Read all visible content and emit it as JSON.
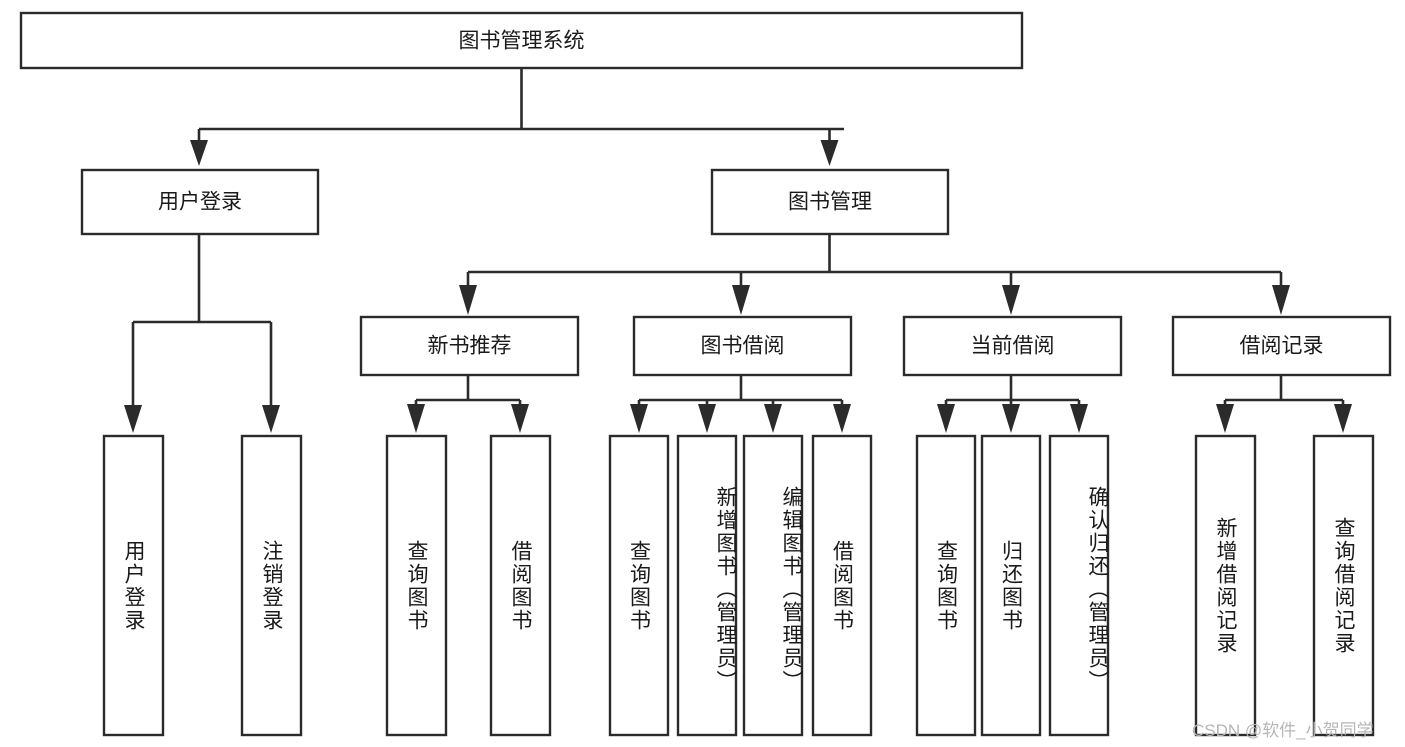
{
  "diagram": {
    "type": "tree",
    "title": "图书管理系统",
    "orientation": "top-down",
    "colors": {
      "box_stroke": "#2b2b2b",
      "box_fill": "#ffffff",
      "connector": "#2b2b2b",
      "text": "#1a1a1a",
      "watermark": "#b6b6b6",
      "background": "#ffffff"
    },
    "levels": {
      "root": "图书管理系统",
      "level2": [
        "用户登录",
        "图书管理"
      ],
      "level3": [
        "新书推荐",
        "图书借阅",
        "当前借阅",
        "借阅记录"
      ]
    },
    "nodes": {
      "root": {
        "label": "图书管理系统"
      },
      "user_login": {
        "label": "用户登录"
      },
      "book_manage": {
        "label": "图书管理"
      },
      "new_book_rec": {
        "label": "新书推荐"
      },
      "book_borrow": {
        "label": "图书借阅"
      },
      "current_borrow": {
        "label": "当前借阅"
      },
      "borrow_record": {
        "label": "借阅记录"
      }
    },
    "leaves": {
      "user_login": [
        {
          "label": "用户登录"
        },
        {
          "label": "注销登录"
        }
      ],
      "new_book_rec": [
        {
          "label": "查询图书"
        },
        {
          "label": "借阅图书"
        }
      ],
      "book_borrow": [
        {
          "label": "查询图书"
        },
        {
          "label": "新增图书（管理员）"
        },
        {
          "label": "编辑图书（管理员）"
        },
        {
          "label": "借阅图书"
        }
      ],
      "current_borrow": [
        {
          "label": "查询图书"
        },
        {
          "label": "归还图书"
        },
        {
          "label": "确认归还（管理员）"
        }
      ],
      "borrow_record": [
        {
          "label": "新增借阅记录"
        },
        {
          "label": "查询借阅记录"
        }
      ]
    },
    "watermark": "CSDN @软件_小贺同学"
  }
}
